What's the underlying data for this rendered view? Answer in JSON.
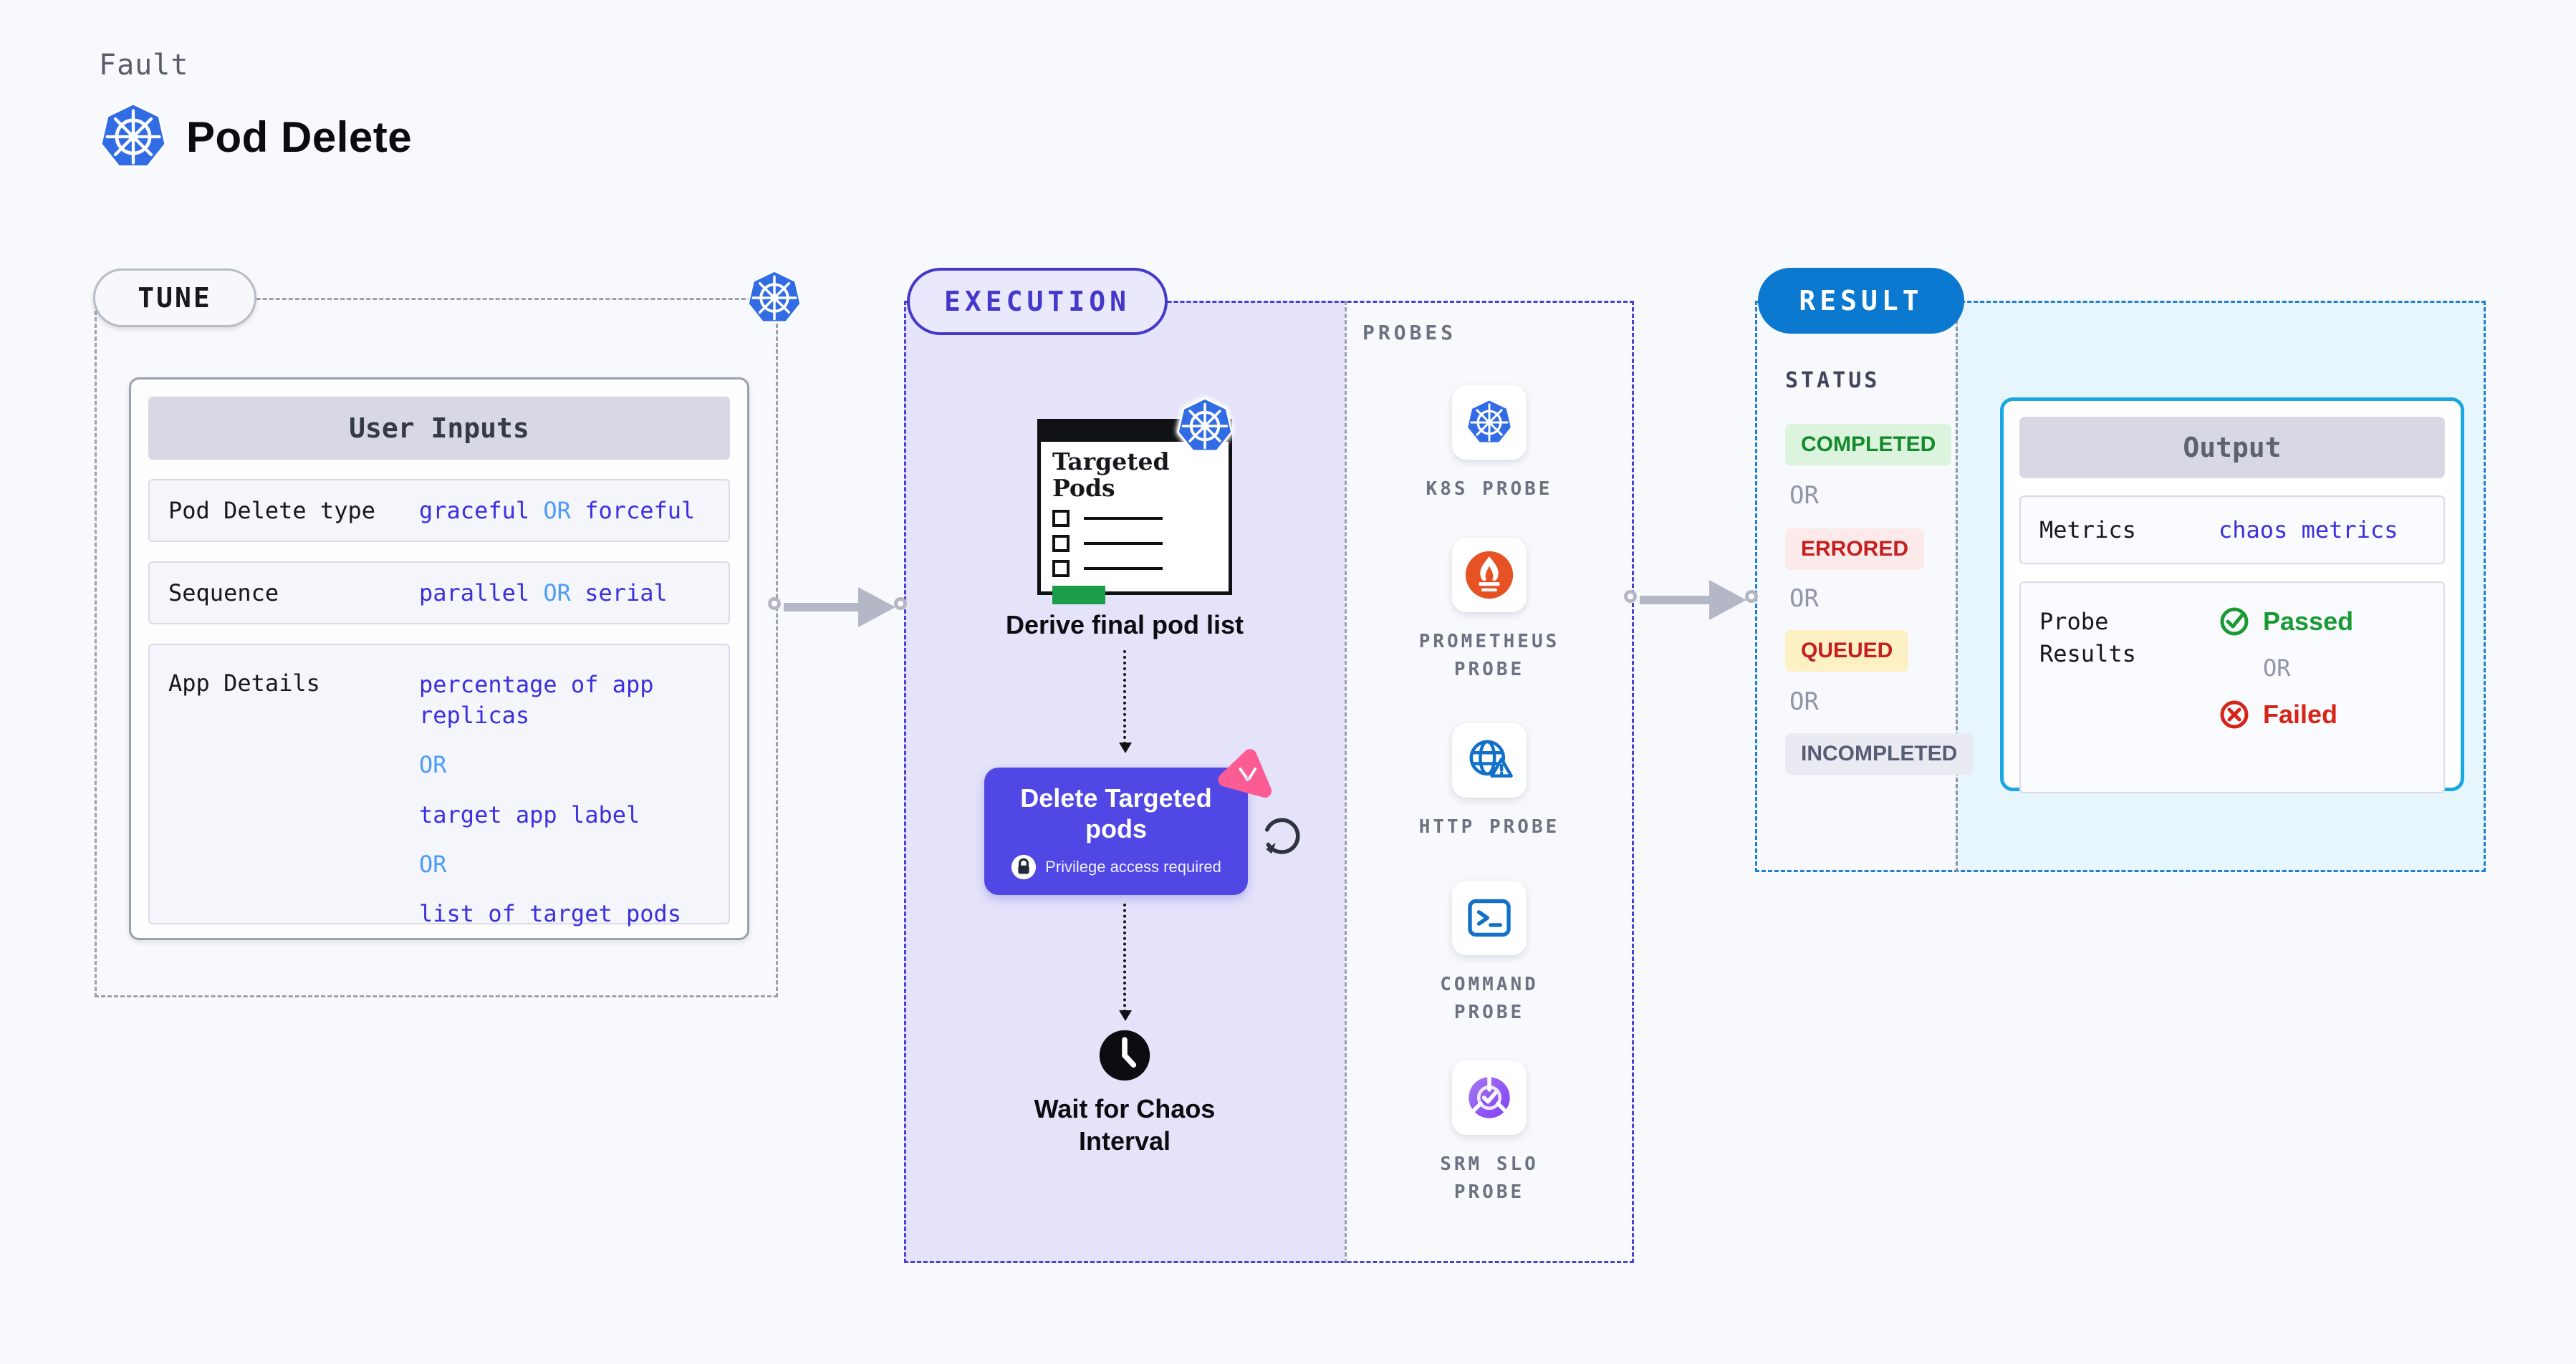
{
  "page": {
    "kind_label": "Fault",
    "title": "Pod Delete"
  },
  "common": {
    "or": "OR"
  },
  "tune": {
    "tab_label": "TUNE",
    "card_title": "User Inputs",
    "row_type": {
      "label": "Pod Delete type",
      "value1": "graceful",
      "or": "OR",
      "value2": "forceful"
    },
    "row_sequence": {
      "label": "Sequence",
      "value1": "parallel",
      "or": "OR",
      "value2": "serial"
    },
    "row_app": {
      "label": "App Details",
      "value1": "percentage of app replicas",
      "or1": "OR",
      "value2": "target app label",
      "or2": "OR",
      "value3": "list of target pods"
    }
  },
  "execution": {
    "tab_label": "EXECUTION",
    "targeted_pods_title": "Targeted Pods",
    "step1_label": "Derive final pod list",
    "delete_button": {
      "title": "Delete Targeted pods",
      "note": "Privilege access required"
    },
    "step3_label": "Wait for Chaos Interval"
  },
  "probes": {
    "header": "PROBES",
    "items": [
      {
        "icon": "kubernetes-icon",
        "label": "K8S PROBE"
      },
      {
        "icon": "prometheus-icon",
        "label": "PROMETHEUS PROBE"
      },
      {
        "icon": "http-globe-warning-icon",
        "label": "HTTP PROBE"
      },
      {
        "icon": "terminal-icon",
        "label": "COMMAND PROBE"
      },
      {
        "icon": "srm-slo-icon",
        "label": "SRM SLO PROBE"
      }
    ]
  },
  "result": {
    "tab_label": "RESULT",
    "status": {
      "header": "STATUS",
      "completed": "COMPLETED",
      "errored": "ERRORED",
      "queued": "QUEUED",
      "incompleted": "INCOMPLETED"
    },
    "output": {
      "title": "Output",
      "metrics_label": "Metrics",
      "metrics_value": "chaos metrics",
      "probe_results_label": "Probe Results",
      "passed": "Passed",
      "failed": "Failed"
    }
  },
  "colors": {
    "kubernetes_blue": "#326ce5",
    "accent_indigo": "#5147e5",
    "value_blue": "#3b2fe0",
    "or_blue": "#4f9cf8",
    "result_blue": "#0b79cf",
    "output_border_cyan": "#19a7e0",
    "passed_green": "#1a9a35",
    "failed_red": "#d62418",
    "prometheus_orange": "#e75225",
    "chaos_pink": "#fb5c93",
    "lavender_fill": "#e4e3fa",
    "lightblue_fill": "#e7f5fc"
  }
}
